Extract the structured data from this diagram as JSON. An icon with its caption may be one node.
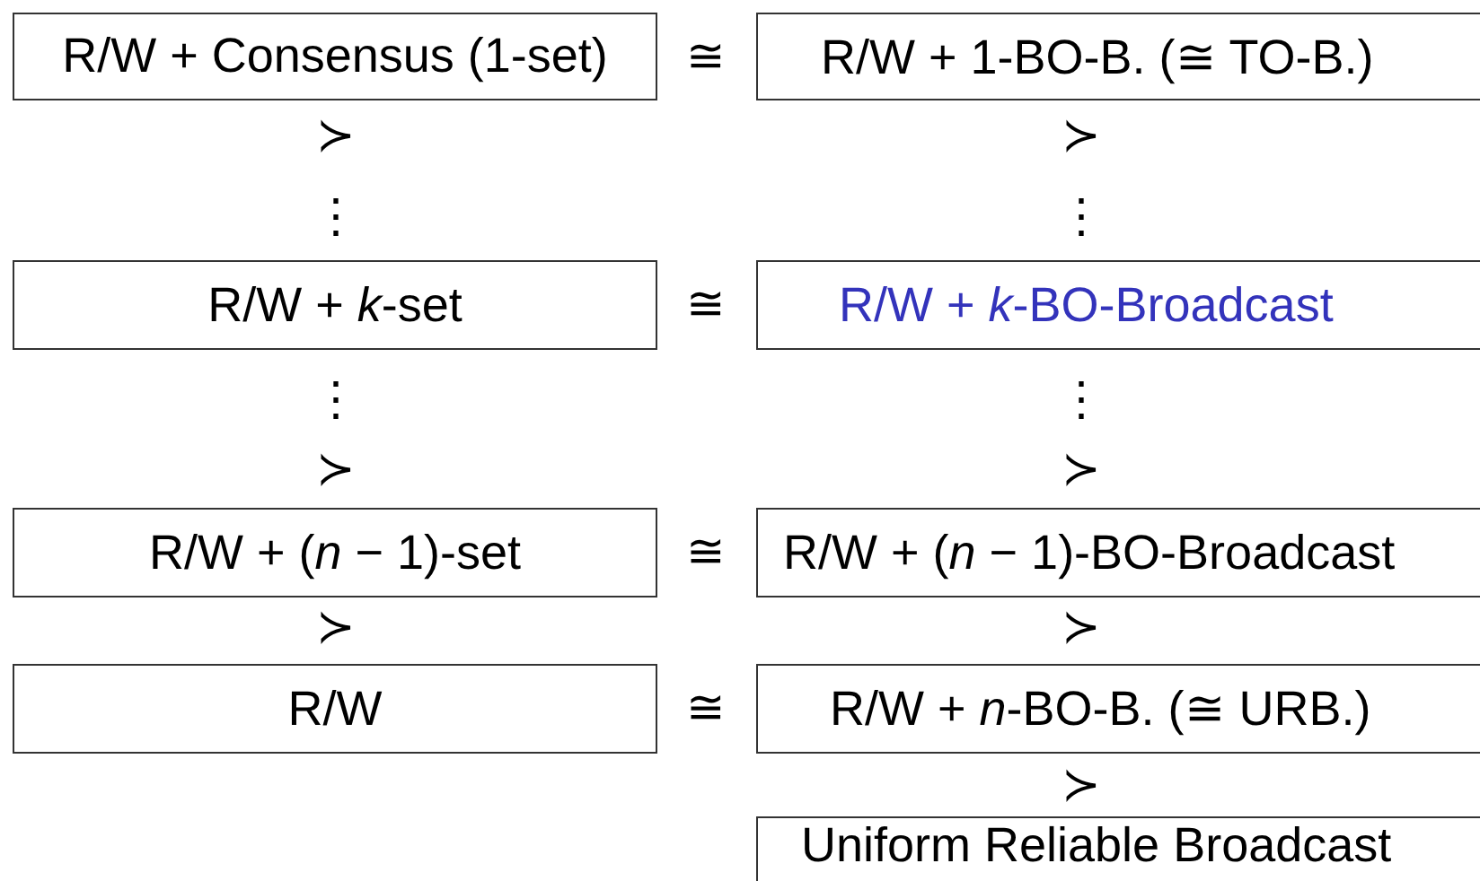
{
  "diagram": {
    "nodes": [
      {
        "text": [
          "R/W + Consensus (1-set)"
        ]
      },
      {
        "text": [
          "R/W + 1-BO-B. (≅ TO-B.)"
        ]
      },
      {
        "text": [
          "R/W + *k*-set"
        ]
      },
      {
        "text": [
          "R/W + *k*-BO-Broadcast"
        ]
      },
      {
        "text": [
          "R/W + (*n* − 1)-set"
        ]
      },
      {
        "text": [
          "R/W + (*n* − 1)-BO-Broadcast"
        ]
      },
      {
        "text": [
          "R/W"
        ]
      },
      {
        "text": [
          "R/W + *n*-BO-B. (≅ URB.)"
        ]
      },
      {
        "text": [
          "Uniform Reliable Broadcast"
        ]
      }
    ],
    "labels": [
      "≅",
      "≻",
      "≻",
      "⋮",
      "⋮",
      "≅",
      "⋮",
      "⋮",
      "≻",
      "≻",
      "≅",
      "≻",
      "≻",
      "≅",
      "≻"
    ]
  }
}
